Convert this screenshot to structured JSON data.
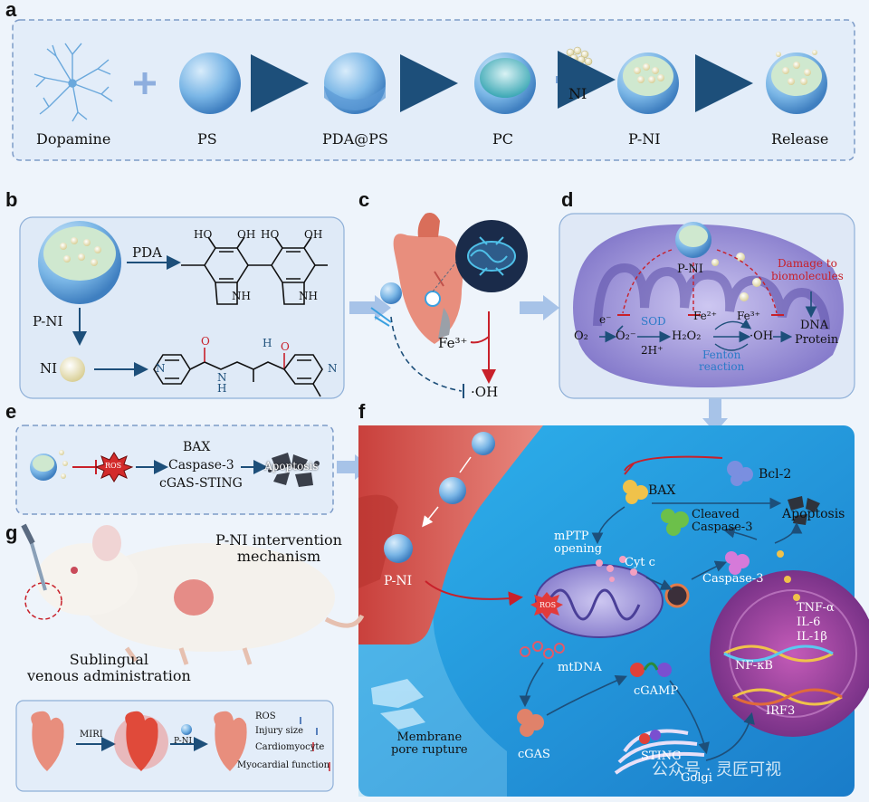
{
  "panels": {
    "a": "a",
    "b": "b",
    "c": "c",
    "d": "d",
    "e": "e",
    "f": "f",
    "g": "g"
  },
  "a": {
    "dopamine": "Dopamine",
    "ps": "PS",
    "pda_ps": "PDA@PS",
    "pc": "PC",
    "ni": "NI",
    "p_ni": "P-NI",
    "release": "Release"
  },
  "b": {
    "pda": "PDA",
    "p_ni": "P-NI",
    "ni": "NI",
    "ho1": "HO",
    "oh1": "OH",
    "ho2": "HO",
    "oh2": "OH",
    "nh1": "NH",
    "nh2": "NH",
    "n1": "N",
    "n2": "N",
    "h1": "H",
    "h2": "H",
    "n3": "N",
    "o1": "O",
    "o2": "O"
  },
  "c": {
    "fe3": "Fe³⁺",
    "oh": "·OH"
  },
  "d": {
    "p_ni": "P-NI",
    "damage": "Damage to\nbiomolecules",
    "e": "e⁻",
    "o2": "O₂",
    "o2r": "O₂⁻",
    "sod": "SOD",
    "twoh": "2H⁺",
    "h2o2": "H₂O₂",
    "fe2": "Fe²⁺",
    "fe3": "Fe³⁺",
    "oh": "·OH",
    "fenton": "Fenton\nreaction",
    "dna": "DNA",
    "protein": "Protein"
  },
  "e": {
    "ros": "ROS",
    "bax": "BAX",
    "casp": "Caspase-3",
    "cgas": "cGAS-STING",
    "apoptosis": "Apoptosis"
  },
  "f": {
    "p_ni": "P-NI",
    "bcl2": "Bcl-2",
    "bax": "BAX",
    "cleaved": "Cleaved\nCaspase-3",
    "apoptosis": "Apoptosis",
    "mptp": "mPTP\nopening",
    "cytc": "Cyt c",
    "caspase3": "Caspase-3",
    "ros": "ROS",
    "tnf": "TNF-α",
    "il6": "IL-6",
    "il1": "IL-1β",
    "nfkb": "NF-κB",
    "mtdna": "mtDNA",
    "cgamp": "cGAMP",
    "irf3": "IRF3",
    "membrane": "Membrane\npore rupture",
    "cgas": "cGAS",
    "sting": "STING",
    "golgi": "Golgi",
    "watermark": "公众号 · 灵匠可视"
  },
  "g": {
    "title": "P-NI intervention\nmechanism",
    "route": "Sublingual\nvenous administration",
    "miri": "MIRI",
    "p_ni": "P-NI",
    "ros": "ROS",
    "injury": "Injury size",
    "cardio": "Cardiomyocyte",
    "myo": "Myocardial function"
  },
  "colors": {
    "sphere": "#8cc3ee",
    "arrow": "#6e9fd8",
    "red": "#c8202a",
    "dark": "#1d4f7a",
    "vessel": "#d9534f",
    "cell": "#2aa8e8"
  }
}
